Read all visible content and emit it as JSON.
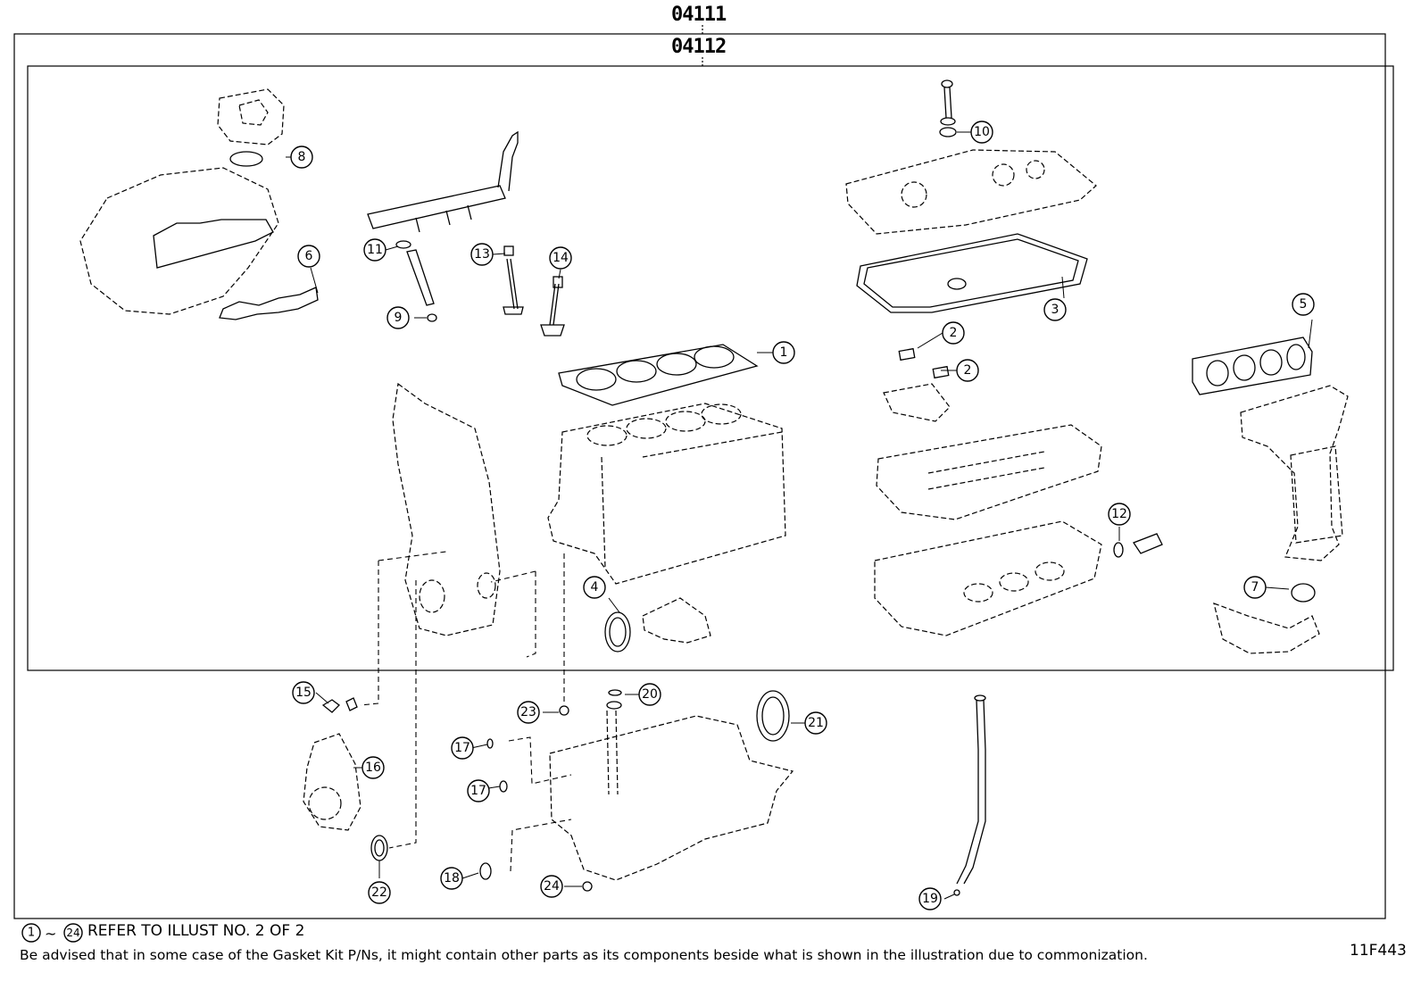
{
  "kit_codes": {
    "outer": "04111",
    "inner": "04112"
  },
  "callouts": [
    "1",
    "2",
    "2",
    "3",
    "4",
    "5",
    "6",
    "7",
    "8",
    "9",
    "10",
    "11",
    "12",
    "13",
    "14",
    "15",
    "16",
    "17",
    "17",
    "18",
    "19",
    "20",
    "21",
    "22",
    "23",
    "24"
  ],
  "notes": {
    "refer_range_start": "1",
    "refer_range_end": "24",
    "refer_text": "REFER TO ILLUST NO. 2 OF 2",
    "advice": "Be advised that in some case of the Gasket Kit P/Ns,  it might contain other parts as its components beside what is shown in the illustration due to commonization."
  },
  "figure_id": "11F443"
}
